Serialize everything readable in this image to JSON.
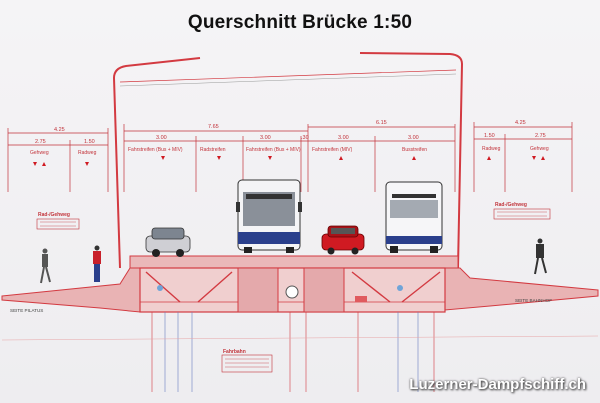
{
  "title": "Querschnitt Brücke 1:50",
  "watermark": "Luzerner-Dampfschiff.ch",
  "dimensions": {
    "left_total": "4.25",
    "left_parts": [
      "2.75",
      "1.50"
    ],
    "center_total": "7.65",
    "center_right_total": "6.15",
    "center_parts": [
      "3.00",
      "3.00",
      ".30",
      "3.00",
      "3.00"
    ],
    "right_total": "4.25",
    "right_parts": [
      "1.50",
      "2.75"
    ]
  },
  "lanes": {
    "left_gehweg": "Gehweg",
    "left_radweg": "Radweg",
    "fahrstreifen_1": "Fahrstreifen (Bus + MIV)",
    "radstreifen": "Radstreifen",
    "fahrstreifen_2": "Fahrstreifen (Bus + MIV)",
    "fahrstreifen_3": "Fahrstreifen (MIV)",
    "busstreifen": "Busstreifen",
    "right_radweg": "Radweg",
    "right_gehweg": "Gehweg"
  },
  "side_labels": {
    "left": "SEITE PILATUS",
    "right": "SEITE BAHNHOF"
  },
  "notes": {
    "left_box_title": "Rad-/Gehweg",
    "right_box_title": "Rad-/Gehweg",
    "bottom_box_title": "Fahrbahn"
  },
  "colors": {
    "drawing_red": "#d33a41",
    "dim_red": "#c2333a",
    "bus_blue": "#2a3f8c",
    "car_red": "#d01a22"
  }
}
